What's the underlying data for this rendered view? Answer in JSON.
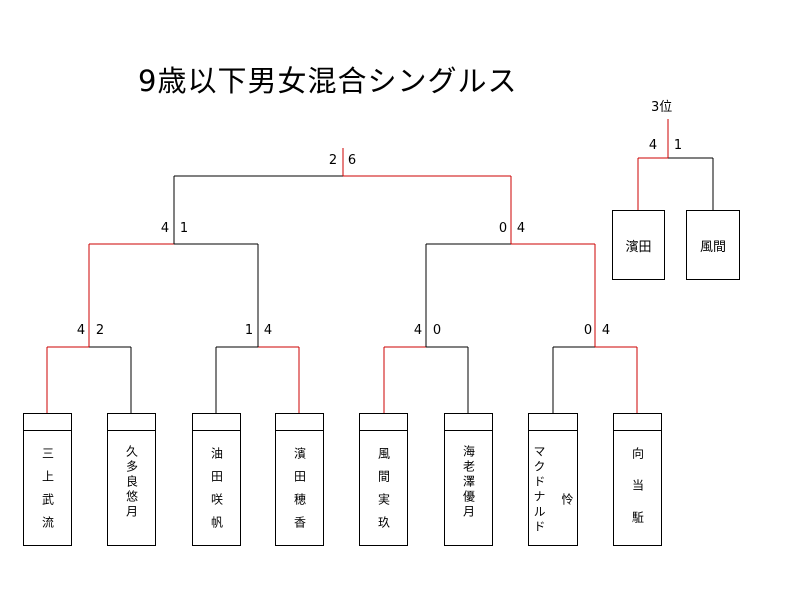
{
  "title": "9歳以下男女混合シングルス",
  "colors": {
    "winner_line": "#cc0000",
    "line": "#000000"
  },
  "third_place": {
    "label": "3位",
    "scores": [
      "4",
      "1"
    ],
    "players": [
      "濱田",
      "風間"
    ]
  },
  "final": {
    "scores": [
      "2",
      "6"
    ]
  },
  "semifinals": [
    {
      "scores": [
        "4",
        "1"
      ]
    },
    {
      "scores": [
        "0",
        "4"
      ]
    }
  ],
  "quarterfinals": [
    {
      "scores": [
        "4",
        "2"
      ]
    },
    {
      "scores": [
        "1",
        "4"
      ]
    },
    {
      "scores": [
        "4",
        "0"
      ]
    },
    {
      "scores": [
        "0",
        "4"
      ]
    }
  ],
  "players": [
    {
      "col1": "三上武流"
    },
    {
      "col1": "久多良悠月"
    },
    {
      "col1": "油田咲帆"
    },
    {
      "col1": "濱田穂香"
    },
    {
      "col1": "風間実玖"
    },
    {
      "col1": "海老澤優月"
    },
    {
      "col1": "マクドナルド",
      "col2": "怜"
    },
    {
      "col1": "向当駈"
    }
  ]
}
